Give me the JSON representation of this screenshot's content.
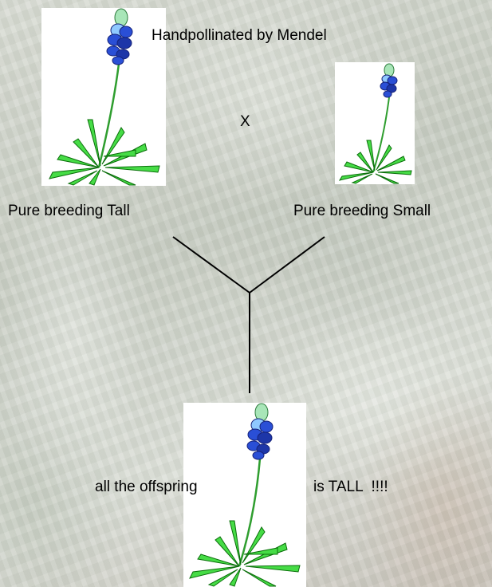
{
  "title": "Handpollinated by Mendel",
  "cross_symbol": "X",
  "parents": {
    "tall": {
      "label": "Pure breeding Tall",
      "icon": "bluebonnet-plant-icon"
    },
    "small": {
      "label": "Pure breeding Small",
      "icon": "bluebonnet-plant-icon"
    }
  },
  "offspring": {
    "label_left": "all the offspring",
    "label_right": "is TALL  !!!!",
    "icon": "bluebonnet-plant-icon"
  },
  "colors": {
    "leaf": "#3dd63d",
    "leaf_outline": "#0a6e0a",
    "flower": "#2a4fd6",
    "flower_dark": "#16237a",
    "flower_tip": "#a8e6b8",
    "line": "#000000"
  }
}
